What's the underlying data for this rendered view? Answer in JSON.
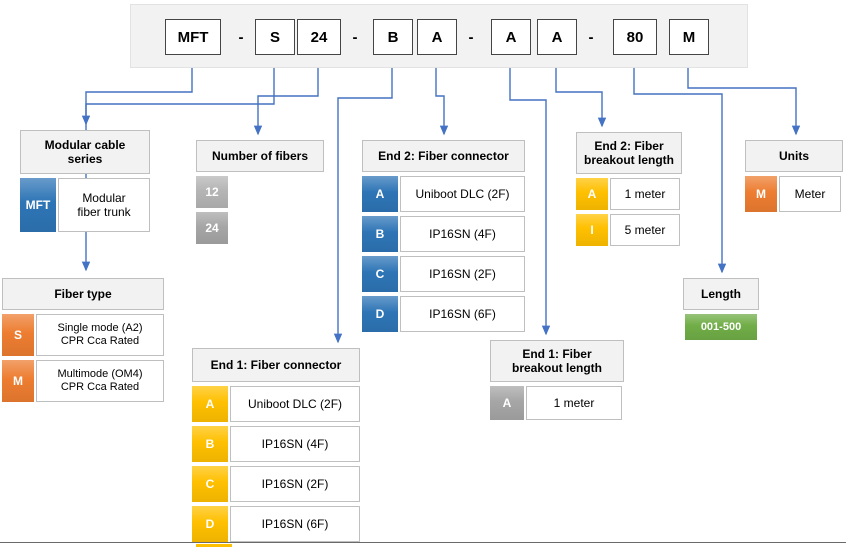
{
  "part_number": {
    "segments": [
      "MFT",
      "-",
      "S",
      "24",
      "-",
      "B",
      "A",
      "-",
      "A",
      "A",
      "-",
      "80",
      "M"
    ]
  },
  "tables": {
    "series": {
      "title": "Modular cable\nseries",
      "rows": [
        {
          "key": "MFT",
          "value": "Modular\nfiber trunk"
        }
      ]
    },
    "fiber_type": {
      "title": "Fiber type",
      "rows": [
        {
          "key": "S",
          "value": "Single mode (A2)\nCPR Cca Rated"
        },
        {
          "key": "M",
          "value": "Multimode (OM4)\nCPR Cca Rated"
        }
      ]
    },
    "fibers": {
      "title": "Number of fibers",
      "rows": [
        {
          "key": "12"
        },
        {
          "key": "24"
        }
      ]
    },
    "end1_connector": {
      "title": "End 1: Fiber connector",
      "rows": [
        {
          "key": "A",
          "value": "Uniboot DLC (2F)"
        },
        {
          "key": "B",
          "value": "IP16SN (4F)"
        },
        {
          "key": "C",
          "value": "IP16SN (2F)"
        },
        {
          "key": "D",
          "value": "IP16SN (6F)"
        }
      ]
    },
    "end2_connector": {
      "title": "End 2: Fiber connector",
      "rows": [
        {
          "key": "A",
          "value": "Uniboot DLC (2F)"
        },
        {
          "key": "B",
          "value": "IP16SN (4F)"
        },
        {
          "key": "C",
          "value": "IP16SN (2F)"
        },
        {
          "key": "D",
          "value": "IP16SN (6F)"
        }
      ]
    },
    "end1_breakout": {
      "title": "End 1: Fiber\nbreakout length",
      "rows": [
        {
          "key": "A",
          "value": "1 meter"
        }
      ]
    },
    "end2_breakout": {
      "title": "End 2: Fiber\nbreakout length",
      "rows": [
        {
          "key": "A",
          "value": "1 meter"
        },
        {
          "key": "I",
          "value": "5 meter"
        }
      ]
    },
    "length": {
      "title": "Length",
      "rows": [
        {
          "key": "001-500"
        }
      ]
    },
    "units": {
      "title": "Units",
      "rows": [
        {
          "key": "M",
          "value": "Meter"
        }
      ]
    }
  },
  "colors": {
    "blue": "#2E75B6",
    "orange": "#ED7D31",
    "yellow": "#FFC000",
    "gray": "#A6A6A6",
    "gray_light": "#B5B5B5",
    "green": "#70AD47",
    "arrow": "#4472C4",
    "header_bg": "#F2F2F2",
    "border": "#BFBFBF"
  }
}
